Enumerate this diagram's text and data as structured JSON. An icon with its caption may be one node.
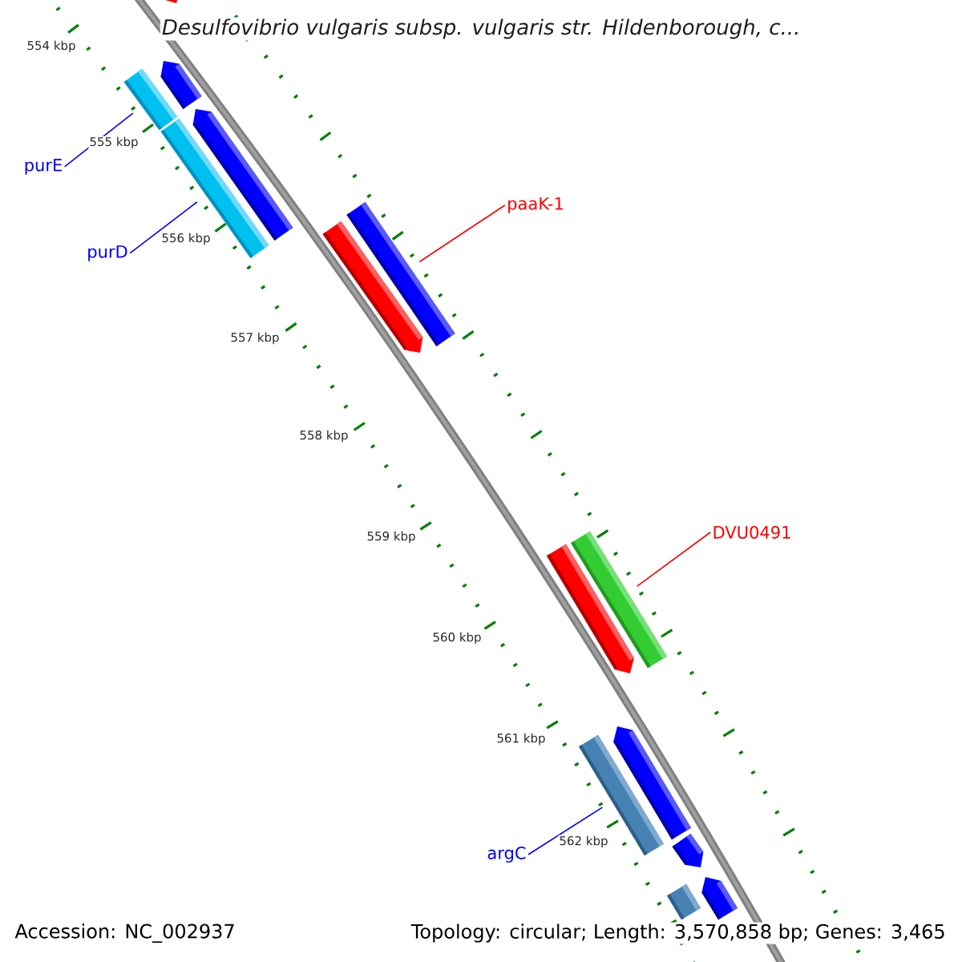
{
  "diagram": {
    "title": "Desulfovibrio vulgaris subsp. vulgaris str. Hildenborough, c...",
    "nodes": [
      {
        "text": [
          "purE"
        ]
      },
      {
        "text": [
          "purD"
        ]
      },
      {
        "text": [
          "paaK-1"
        ]
      },
      {
        "text": [
          "DVU0491"
        ]
      },
      {
        "text": [
          "argC"
        ]
      },
      {
        "text": [],
        "shape": "bar"
      },
      {
        "text": [],
        "shape": "bar"
      },
      {
        "text": [],
        "shape": "bar"
      },
      {
        "text": [],
        "shape": "bar"
      },
      {
        "text": [],
        "shape": "bar"
      },
      {
        "text": [],
        "shape": "bar"
      },
      {
        "text": [],
        "shape": "bar"
      },
      {
        "text": [],
        "shape": "bar"
      },
      {
        "text": [],
        "shape": "bar"
      },
      {
        "text": [],
        "shape": "bar"
      },
      {
        "text": [],
        "shape": "bar"
      },
      {
        "text": [],
        "shape": "bar"
      },
      {
        "text": [],
        "shape": "bar"
      },
      {
        "text": [],
        "shape": "bar"
      }
    ],
    "edges": [
      {
        "from": 0,
        "to": 7,
        "arrow": "none"
      },
      {
        "from": 1,
        "to": 9,
        "arrow": "none"
      },
      {
        "from": 2,
        "to": 11,
        "arrow": "none",
        "color": "#ff0000"
      },
      {
        "from": 3,
        "to": 13,
        "arrow": "none",
        "color": "#ff0000"
      },
      {
        "from": 4,
        "to": 14,
        "arrow": "none"
      }
    ],
    "labels": [
      "554 kbp",
      "555 kbp",
      "556 kbp",
      "557 kbp",
      "558 kbp",
      "559 kbp",
      "560 kbp",
      "561 kbp",
      "562 kbp",
      "Accession: NC_002937",
      "Topology: circular; Length: 3,570,858 bp; Genes: 3,465"
    ]
  }
}
